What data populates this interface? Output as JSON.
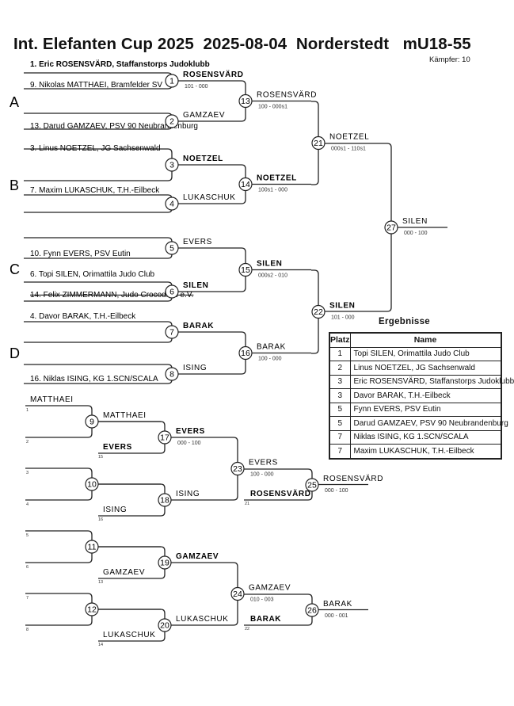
{
  "header": {
    "title": "Int. Elefanten Cup 2025  2025-08-04  Norderstedt   mU18-55",
    "fighters_count": "Kämpfer: 10"
  },
  "pools": [
    "A",
    "B",
    "C",
    "D"
  ],
  "entries": [
    {
      "text": "1. Eric ROSENSVÄRD, Staffanstorps Judoklubb",
      "bold": true,
      "struck": false
    },
    {
      "text": "9. Nikolas MATTHAEI, Bramfelder SV",
      "bold": false,
      "struck": false
    },
    {
      "text": "13. Darud GAMZAEV, PSV 90 Neubrandenburg",
      "bold": false,
      "struck": false
    },
    {
      "text": "3. Linus NOETZEL, JG Sachsenwald",
      "bold": false,
      "struck": false
    },
    {
      "text": "7. Maxim LUKASCHUK, T.H.-Eilbeck",
      "bold": false,
      "struck": false
    },
    {
      "text": "10. Fynn EVERS, PSV Eutin",
      "bold": false,
      "struck": false
    },
    {
      "text": "6. Topi SILEN, Orimattila Judo Club",
      "bold": false,
      "struck": false
    },
    {
      "text": "14. Felix ZIMMERMANN, Judo Crocodiles e.V.",
      "bold": false,
      "struck": true
    },
    {
      "text": "4. Davor BARAK, T.H.-Eilbeck",
      "bold": false,
      "struck": false
    },
    {
      "text": "16. Niklas ISING, KG 1.SCN/SCALA",
      "bold": false,
      "struck": false
    }
  ],
  "matches": [
    {
      "id": "1",
      "winner": "ROSENSVÄRD",
      "bold": true,
      "score": "101 - 000"
    },
    {
      "id": "2",
      "winner": "GAMZAEV",
      "bold": false,
      "score": ""
    },
    {
      "id": "3",
      "winner": "NOETZEL",
      "bold": true,
      "score": ""
    },
    {
      "id": "4",
      "winner": "LUKASCHUK",
      "bold": false,
      "score": ""
    },
    {
      "id": "5",
      "winner": "EVERS",
      "bold": false,
      "score": ""
    },
    {
      "id": "6",
      "winner": "SILEN",
      "bold": true,
      "score": ""
    },
    {
      "id": "7",
      "winner": "BARAK",
      "bold": true,
      "score": ""
    },
    {
      "id": "8",
      "winner": "ISING",
      "bold": false,
      "score": ""
    },
    {
      "id": "13",
      "winner": "ROSENSVÄRD",
      "bold": false,
      "score": "100 - 000s1"
    },
    {
      "id": "14",
      "winner": "NOETZEL",
      "bold": true,
      "score": "100s1 - 000"
    },
    {
      "id": "15",
      "winner": "SILEN",
      "bold": true,
      "score": "000s2 - 010"
    },
    {
      "id": "16",
      "winner": "BARAK",
      "bold": false,
      "score": "100 - 000"
    },
    {
      "id": "21",
      "winner": "NOETZEL",
      "bold": false,
      "score": "000s1 - 110s1"
    },
    {
      "id": "22",
      "winner": "SILEN",
      "bold": true,
      "score": "101 - 000"
    },
    {
      "id": "27",
      "winner": "SILEN",
      "bold": false,
      "score": "000 - 100"
    }
  ],
  "repechage": {
    "seeds": [
      "MATTHAEI",
      "",
      "",
      "",
      "",
      "",
      "",
      ""
    ],
    "seed_numbers": [
      "1",
      "2",
      "3",
      "4",
      "5",
      "6",
      "7",
      "8"
    ],
    "drop_ins": [
      {
        "name": "EVERS",
        "bold": true,
        "from": "15"
      },
      {
        "name": "ISING",
        "bold": false,
        "from": "16"
      },
      {
        "name": "GAMZAEV",
        "bold": false,
        "from": "13"
      },
      {
        "name": "LUKASCHUK",
        "bold": false,
        "from": "14"
      },
      {
        "name": "ROSENSVÄRD",
        "bold": true,
        "from": "21"
      },
      {
        "name": "BARAK",
        "bold": true,
        "from": "22"
      }
    ],
    "matches": [
      {
        "id": "9",
        "winner": "MATTHAEI",
        "bold": false,
        "score": ""
      },
      {
        "id": "10",
        "winner": "",
        "bold": false,
        "score": ""
      },
      {
        "id": "11",
        "winner": "",
        "bold": false,
        "score": ""
      },
      {
        "id": "12",
        "winner": "",
        "bold": false,
        "score": ""
      },
      {
        "id": "17",
        "winner": "EVERS",
        "bold": true,
        "score": "000 - 100"
      },
      {
        "id": "18",
        "winner": "ISING",
        "bold": false,
        "score": ""
      },
      {
        "id": "19",
        "winner": "GAMZAEV",
        "bold": true,
        "score": ""
      },
      {
        "id": "20",
        "winner": "LUKASCHUK",
        "bold": false,
        "score": ""
      },
      {
        "id": "23",
        "winner": "EVERS",
        "bold": false,
        "score": "100 - 000"
      },
      {
        "id": "24",
        "winner": "GAMZAEV",
        "bold": false,
        "score": "010 - 003"
      },
      {
        "id": "25",
        "winner": "ROSENSVÄRD",
        "bold": false,
        "score": "000 - 100"
      },
      {
        "id": "26",
        "winner": "BARAK",
        "bold": false,
        "score": "000 - 001"
      }
    ]
  },
  "results": {
    "title": "Ergebnisse",
    "headers": [
      "Platz",
      "Name"
    ],
    "rows": [
      {
        "place": "1",
        "name": "Topi SILEN, Orimattila Judo Club"
      },
      {
        "place": "2",
        "name": "Linus NOETZEL, JG Sachsenwald"
      },
      {
        "place": "3",
        "name": "Eric ROSENSVÄRD, Staffanstorps Judoklubb"
      },
      {
        "place": "3",
        "name": "Davor BARAK, T.H.-Eilbeck"
      },
      {
        "place": "5",
        "name": "Fynn EVERS, PSV Eutin"
      },
      {
        "place": "5",
        "name": "Darud GAMZAEV, PSV 90 Neubrandenburg"
      },
      {
        "place": "7",
        "name": "Niklas ISING, KG 1.SCN/SCALA"
      },
      {
        "place": "7",
        "name": "Maxim LUKASCHUK, T.H.-Eilbeck"
      }
    ]
  }
}
